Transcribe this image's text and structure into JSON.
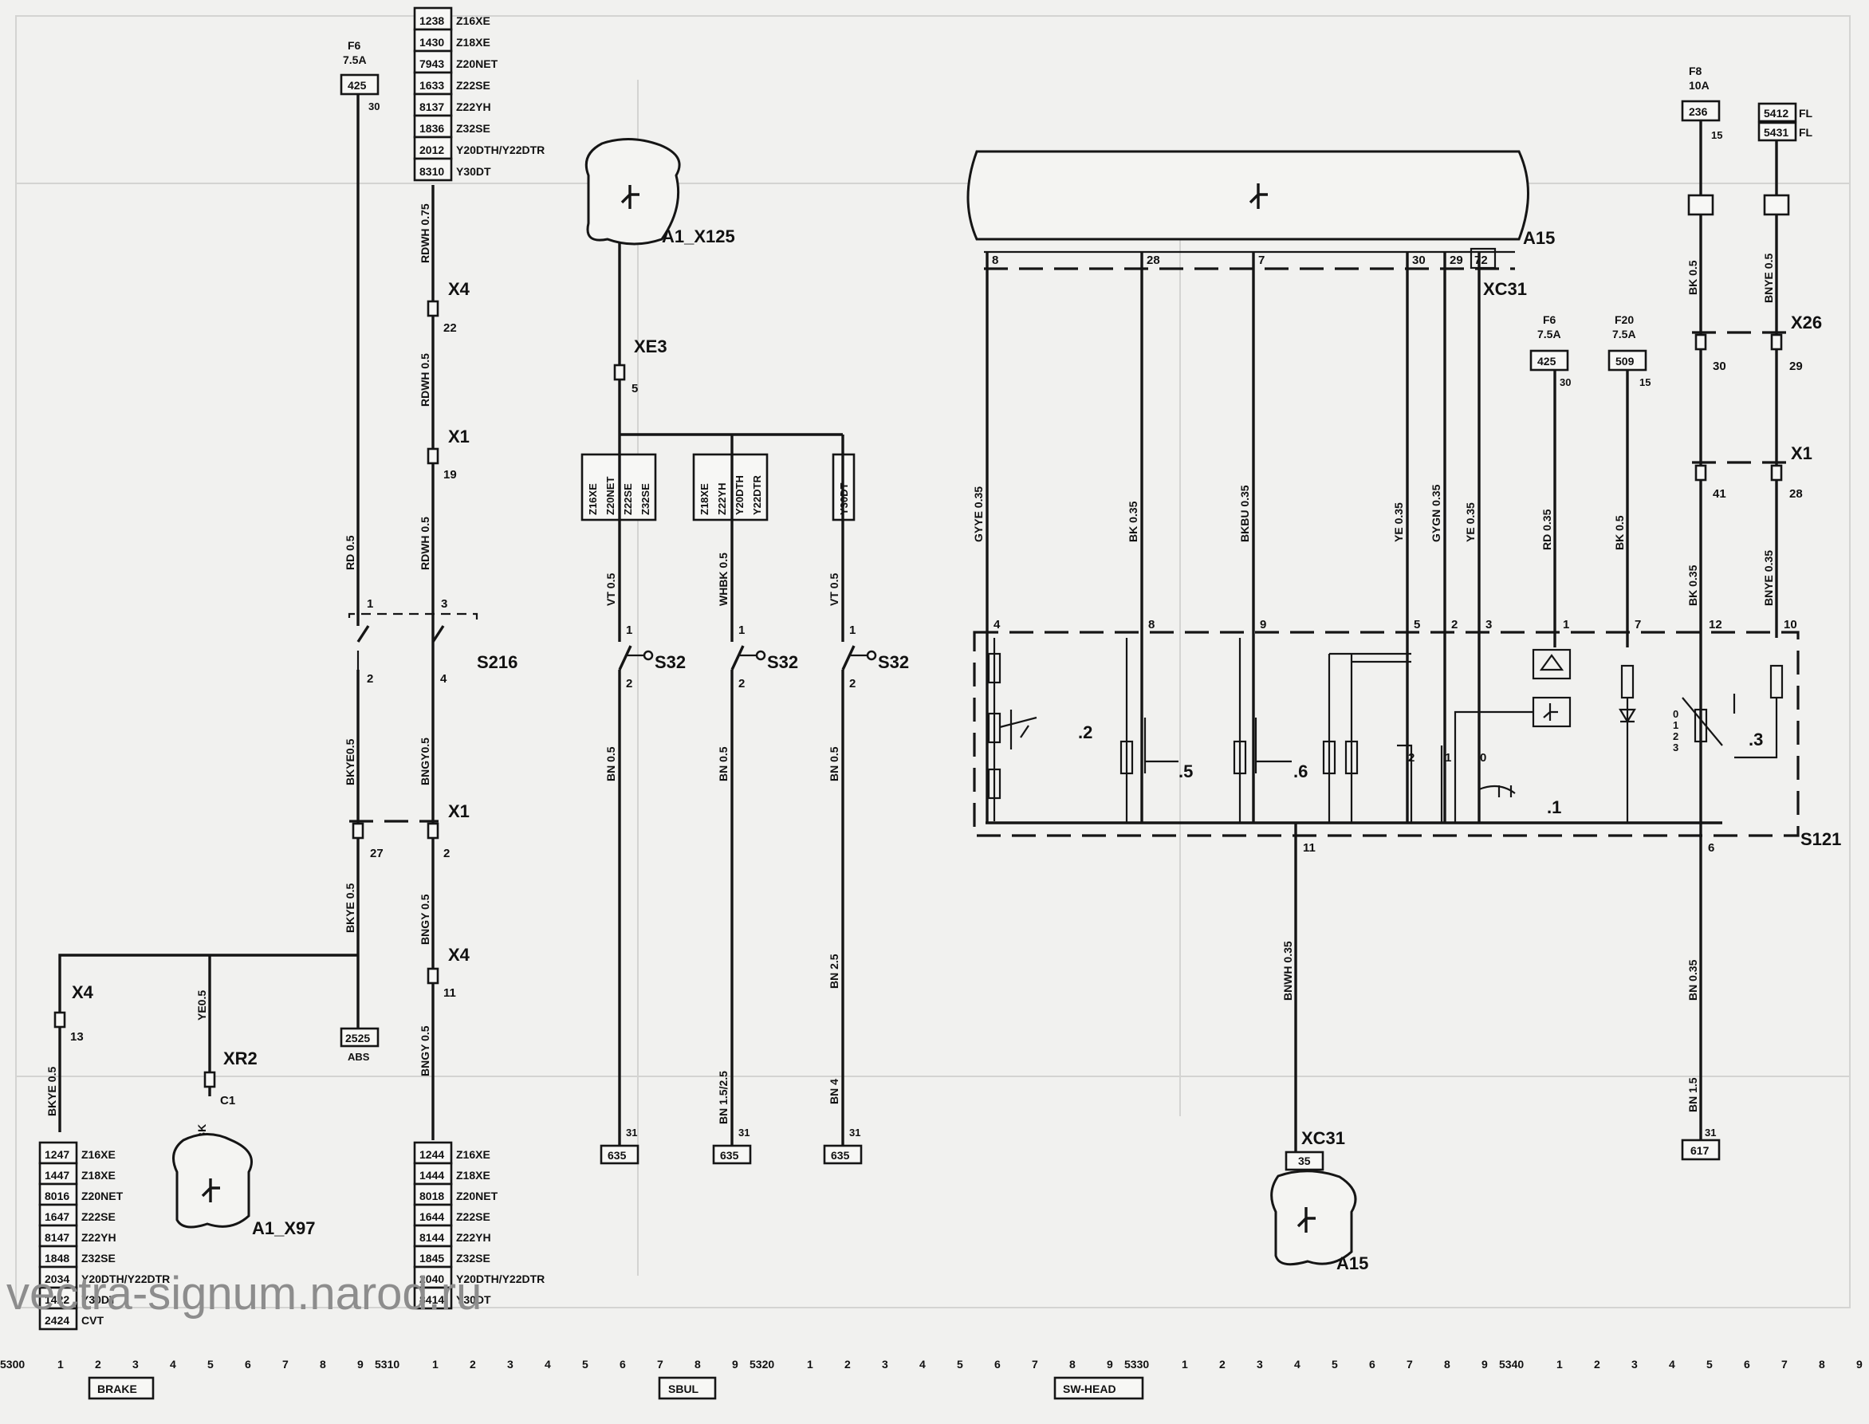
{
  "left_section": {
    "fuse": {
      "name": "F6",
      "rating": "7.5A",
      "box": "425",
      "pin": "30"
    },
    "engine_table_top": [
      {
        "code": "1238",
        "engine": "Z16XE"
      },
      {
        "code": "1430",
        "engine": "Z18XE"
      },
      {
        "code": "7943",
        "engine": "Z20NET"
      },
      {
        "code": "1633",
        "engine": "Z22SE"
      },
      {
        "code": "8137",
        "engine": "Z22YH"
      },
      {
        "code": "1836",
        "engine": "Z32SE"
      },
      {
        "code": "2012",
        "engine": "Y20DTH/Y22DTR"
      },
      {
        "code": "8310",
        "engine": "Y30DT"
      }
    ],
    "wires": {
      "w1": "RDWH 0.75",
      "w2": "RDWH 0.5",
      "w3": "RDWH 0.5",
      "w4": "RD 0.5",
      "w5": "BKYE0.5",
      "w6": "BNGY0.5",
      "w7": "BKYE 0.5",
      "w8": "BNGY 0.5",
      "w9": "YE0.5",
      "w10": "BKYE 0.5",
      "w11": "BK"
    },
    "connectors": {
      "x4a": "X4",
      "x4a_pin": "22",
      "x1a": "X1",
      "x1a_pin": "19",
      "x1b": "X1",
      "x1b_pin_left": "27",
      "x1b_pin_right": "2",
      "x4b": "X4",
      "x4b_pin": "11",
      "x4c": "X4",
      "x4c_pin": "13",
      "xr2": "XR2",
      "xr2_pin": "C1"
    },
    "switch": {
      "name": "S216",
      "pin1": "1",
      "pin2": "2",
      "pin3": "3",
      "pin4": "4"
    },
    "abs_box": {
      "code": "2525",
      "label": "ABS"
    },
    "ecu": "A1_X97",
    "table_left": [
      {
        "code": "1247",
        "engine": "Z16XE"
      },
      {
        "code": "1447",
        "engine": "Z18XE"
      },
      {
        "code": "8016",
        "engine": "Z20NET"
      },
      {
        "code": "1647",
        "engine": "Z22SE"
      },
      {
        "code": "8147",
        "engine": "Z22YH"
      },
      {
        "code": "1848",
        "engine": "Z32SE"
      },
      {
        "code": "2034",
        "engine": "Y20DTH/Y22DTR"
      },
      {
        "code": "1422",
        "engine": "Y30DT"
      },
      {
        "code": "2424",
        "engine": "CVT"
      }
    ],
    "table_right": [
      {
        "code": "1244",
        "engine": "Z16XE"
      },
      {
        "code": "1444",
        "engine": "Z18XE"
      },
      {
        "code": "8018",
        "engine": "Z20NET"
      },
      {
        "code": "1644",
        "engine": "Z22SE"
      },
      {
        "code": "8144",
        "engine": "Z22YH"
      },
      {
        "code": "1845",
        "engine": "Z32SE"
      },
      {
        "code": "2040",
        "engine": "Y20DTH/Y22DTR"
      },
      {
        "code": "8414",
        "engine": "Y30DT"
      }
    ]
  },
  "middle_section": {
    "ecu": "A1_X125",
    "connector": "XE3",
    "connector_pin": "5",
    "variants": [
      [
        "Z16XE",
        "Z20NET",
        "Z22SE",
        "Z32SE"
      ],
      [
        "Z18XE",
        "Z22YH",
        "Y20DTH",
        "Y22DTR"
      ],
      [
        "Y30DT"
      ]
    ],
    "wires_top": [
      "VT 0.5",
      "WHBK 0.5",
      "VT 0.5"
    ],
    "switch": "S32",
    "wires_bottom": [
      "BN 0.5",
      "BN 0.5",
      "BN 0.5"
    ],
    "wires_lower": [
      "",
      "BN 1.5/2.5",
      "BN 2.5"
    ],
    "wire_extra": "BN 4",
    "grounds": [
      "635",
      "635",
      "635"
    ],
    "pin_top": "1",
    "pin_bottom": "2",
    "pin_ground": "31"
  },
  "right_section": {
    "ecu_top": "A15",
    "connector_top": "XC31",
    "top_pins": [
      "8",
      "28",
      "7",
      "30",
      "29",
      "72"
    ],
    "wires": [
      "GYYE 0.35",
      "BK 0.35",
      "BKBU 0.35",
      "YE 0.35",
      "GYGN 0.35",
      "YE 0.35"
    ],
    "module_pins": [
      "4",
      "8",
      "9",
      "5",
      "2",
      "3"
    ],
    "fuse_f6": {
      "name": "F6",
      "rating": "7.5A",
      "box": "425",
      "pin": "30"
    },
    "fuse_f20": {
      "name": "F20",
      "rating": "7.5A",
      "box": "509",
      "pin": "15"
    },
    "fuse_f8": {
      "name": "F8",
      "rating": "10A",
      "box": "236",
      "pin": "15"
    },
    "fl_boxes": [
      {
        "code": "5412",
        "label": "FL"
      },
      {
        "code": "5431",
        "label": "FL"
      }
    ],
    "fuse_wires": [
      "RD 0.35",
      "BK 0.5"
    ],
    "fuse_module_pins": [
      "1",
      "7"
    ],
    "x26": {
      "name": "X26",
      "pin_left": "30",
      "pin_right": "29"
    },
    "x1": {
      "name": "X1",
      "pin_left": "41",
      "pin_right": "28"
    },
    "right_wires": [
      "BK 0.5",
      "BNYE 0.5",
      "BK 0.35",
      "BNYE 0.35",
      "BN 0.35",
      "BN 1.5"
    ],
    "right_module_pins": [
      "12",
      "10"
    ],
    "module": "S121",
    "module_sub": [
      ".2",
      ".5",
      ".6",
      ".1",
      ".3"
    ],
    "contact_pins": [
      "2",
      "1",
      "0"
    ],
    "rotary": [
      "0",
      "1",
      "2",
      "3"
    ],
    "out_pin_left": "11",
    "out_pin_right": "6",
    "out_wire": "BNWH 0.35",
    "ecu_bottom": "A15",
    "connector_bottom": "XC31",
    "connector_bottom_pin": "35",
    "ground": "617",
    "ground_pin": "31"
  },
  "footer": {
    "watermark": "vectra-signum.narod.ru",
    "groups": [
      {
        "start": "5300",
        "labels": [
          "1",
          "2",
          "3",
          "4",
          "5",
          "6",
          "7",
          "8",
          "9"
        ]
      },
      {
        "start": "5310",
        "labels": [
          "1",
          "2",
          "3",
          "4",
          "5",
          "6",
          "7",
          "8",
          "9"
        ]
      },
      {
        "start": "5320",
        "labels": [
          "1",
          "2",
          "3",
          "4",
          "5",
          "6",
          "7",
          "8",
          "9"
        ]
      },
      {
        "start": "5330",
        "labels": [
          "1",
          "2",
          "3",
          "4",
          "5",
          "6",
          "7",
          "8",
          "9"
        ]
      },
      {
        "start": "5340",
        "labels": [
          "1",
          "2",
          "3",
          "4",
          "5",
          "6",
          "7",
          "8",
          "9"
        ]
      }
    ],
    "section_labels": [
      "BRAKE",
      "SBUL",
      "SW-HEAD"
    ]
  }
}
